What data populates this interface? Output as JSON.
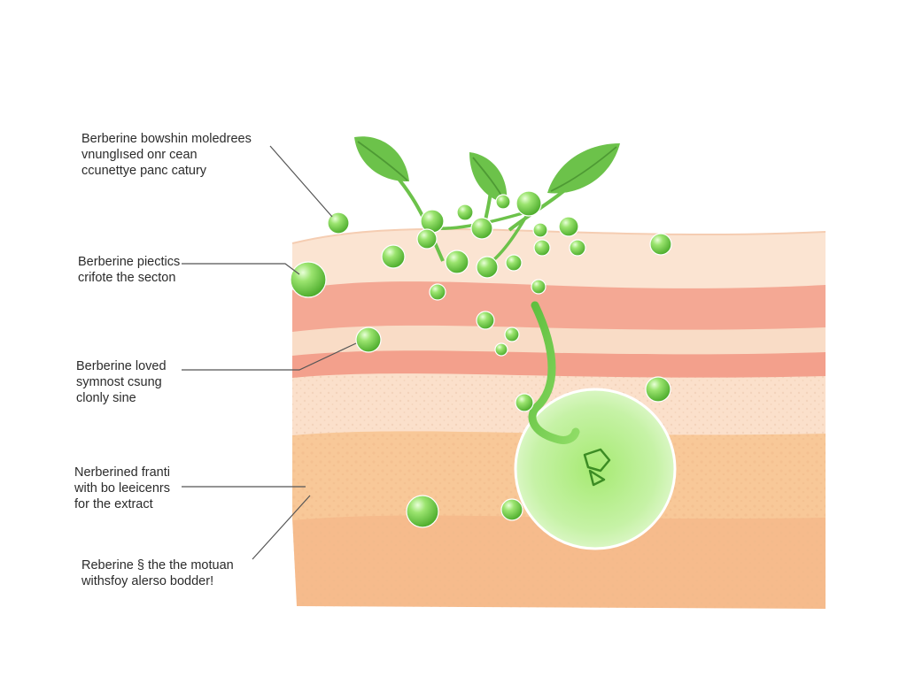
{
  "annotations": [
    {
      "id": "label-1",
      "lines": [
        "Berberine bowshin moledrees",
        "vnunglısed onr cean",
        "ccunettye panc catury"
      ]
    },
    {
      "id": "label-2",
      "lines": [
        "Berberine piectics",
        "crifote the secton"
      ]
    },
    {
      "id": "label-3",
      "lines": [
        "Berberine loved",
        "symnost csung",
        "clonly sine"
      ]
    },
    {
      "id": "label-4",
      "lines": [
        "Nerberined franti",
        "with bo leeicenrs",
        "for the extract"
      ]
    },
    {
      "id": "label-5",
      "lines": [
        "Reberine § the the motuan",
        "withsfoy alerso bodder!"
      ]
    }
  ],
  "colors": {
    "leaf": "#6cc24a",
    "leaf_dark": "#4e9a34",
    "molecule": "#7ed957",
    "molecule_dark": "#52b032",
    "skin_top": "#fbe3cf",
    "skin_pink": "#f4a592",
    "skin_mid": "#f9dcc4",
    "skin_orange": "#f7c08c",
    "skin_bottom": "#f6b98a",
    "leader_line": "#555555"
  },
  "icons": [
    "leaf-icon",
    "molecule-icon",
    "follicle-icon"
  ]
}
